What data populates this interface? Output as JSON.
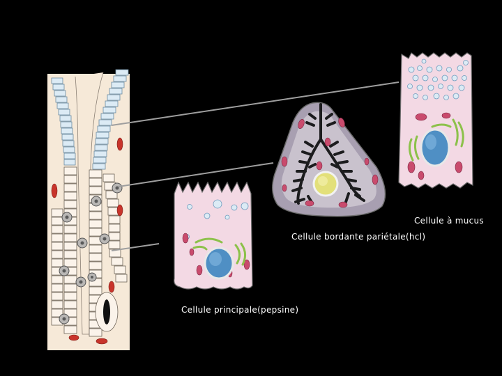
{
  "labels": {
    "mucus_cell": "Cellule à mucus",
    "parietal_cell": "Cellule bordante pariétale(hcl)",
    "chief_cell": "Cellule principale(pepsine)"
  },
  "colors": {
    "background": "#000000",
    "tissue": "#f6e9d8",
    "mucus_cytoplasm": "#f3d9e4",
    "parietal_cytoplasm": "#a89fb1",
    "nucleus_blue": "#4f8fc4",
    "nucleus_yellow": "#e3e07a",
    "mitochondria": "#c94b6d",
    "golgi_green": "#8cc14a",
    "canaliculi": "#1c1c1e",
    "blood_cell": "#c8342b",
    "leader_line": "#9e9e9e"
  }
}
